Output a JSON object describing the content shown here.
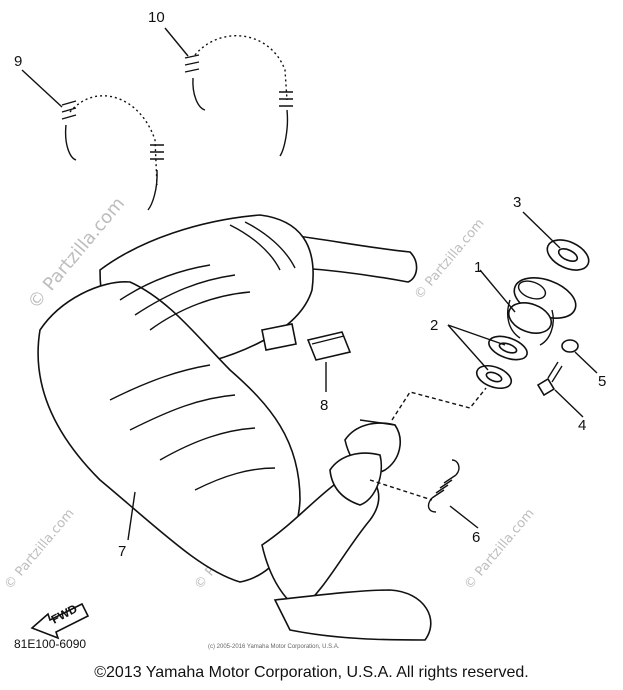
{
  "labels": {
    "p1": "1",
    "p2": "2",
    "p3": "3",
    "p4": "4",
    "p5": "5",
    "p6": "6",
    "p7": "7",
    "p8": "8",
    "p9": "9",
    "p10": "10"
  },
  "watermark": "© Partzilla.com",
  "fwd_label": "FWD",
  "diagram_code": "81E100-6090",
  "small_copyright": "(c) 2005-2016 Yamaha Motor Corporation, U.S.A.",
  "copyright": "©2013 Yamaha Motor Corporation, U.S.A. All rights reserved."
}
